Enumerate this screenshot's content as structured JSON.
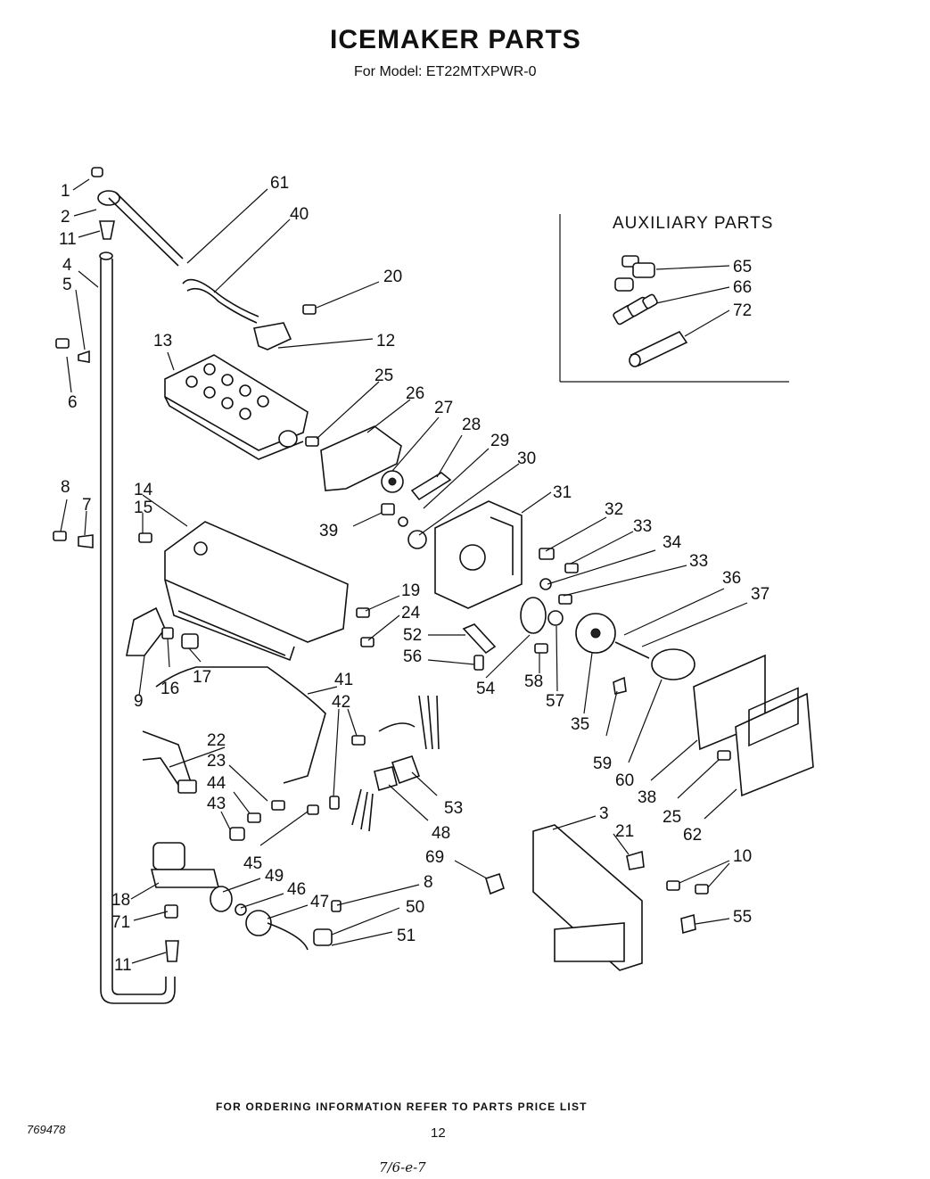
{
  "header": {
    "title": "ICEMAKER PARTS",
    "subtitle": "For Model: ET22MTXPWR-0"
  },
  "auxiliary": {
    "title": "AUXILIARY PARTS"
  },
  "callouts": [
    {
      "label": "1"
    },
    {
      "label": "2"
    },
    {
      "label": "11"
    },
    {
      "label": "4"
    },
    {
      "label": "5"
    },
    {
      "label": "6"
    },
    {
      "label": "8"
    },
    {
      "label": "7"
    },
    {
      "label": "61"
    },
    {
      "label": "40"
    },
    {
      "label": "20"
    },
    {
      "label": "12"
    },
    {
      "label": "13"
    },
    {
      "label": "25"
    },
    {
      "label": "26"
    },
    {
      "label": "27"
    },
    {
      "label": "28"
    },
    {
      "label": "29"
    },
    {
      "label": "30"
    },
    {
      "label": "14"
    },
    {
      "label": "15"
    },
    {
      "label": "39"
    },
    {
      "label": "31"
    },
    {
      "label": "32"
    },
    {
      "label": "33"
    },
    {
      "label": "34"
    },
    {
      "label": "33"
    },
    {
      "label": "36"
    },
    {
      "label": "37"
    },
    {
      "label": "19"
    },
    {
      "label": "24"
    },
    {
      "label": "52"
    },
    {
      "label": "56"
    },
    {
      "label": "54"
    },
    {
      "label": "58"
    },
    {
      "label": "57"
    },
    {
      "label": "35"
    },
    {
      "label": "59"
    },
    {
      "label": "60"
    },
    {
      "label": "38"
    },
    {
      "label": "25"
    },
    {
      "label": "62"
    },
    {
      "label": "9"
    },
    {
      "label": "16"
    },
    {
      "label": "17"
    },
    {
      "label": "41"
    },
    {
      "label": "42"
    },
    {
      "label": "22"
    },
    {
      "label": "23"
    },
    {
      "label": "44"
    },
    {
      "label": "43"
    },
    {
      "label": "53"
    },
    {
      "label": "48"
    },
    {
      "label": "45"
    },
    {
      "label": "69"
    },
    {
      "label": "8"
    },
    {
      "label": "50"
    },
    {
      "label": "51"
    },
    {
      "label": "18"
    },
    {
      "label": "71"
    },
    {
      "label": "11"
    },
    {
      "label": "49"
    },
    {
      "label": "46"
    },
    {
      "label": "47"
    },
    {
      "label": "3"
    },
    {
      "label": "21"
    },
    {
      "label": "10"
    },
    {
      "label": "55"
    },
    {
      "label": "65"
    },
    {
      "label": "66"
    },
    {
      "label": "72"
    }
  ],
  "footer": {
    "note": "FOR ORDERING INFORMATION REFER TO PARTS PRICE LIST",
    "doc_number": "769478",
    "page_number": "12",
    "handwritten": "7/6-e-7"
  }
}
